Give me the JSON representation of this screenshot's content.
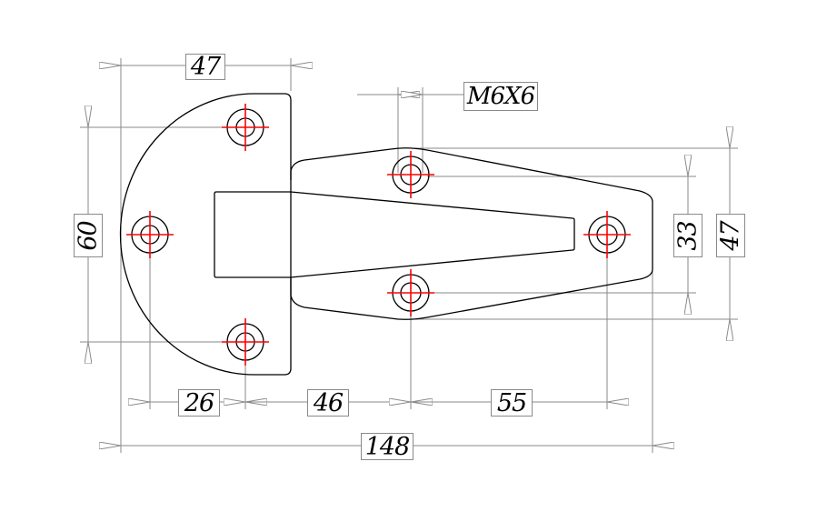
{
  "dimensions": {
    "top_width": "47",
    "thread": "M6X6",
    "left_height": "60",
    "hole_spacing_right": "33",
    "right_height": "47",
    "bottom_a": "26",
    "bottom_b": "46",
    "bottom_c": "55",
    "overall_width": "148"
  },
  "colors": {
    "part": "#000000",
    "dimension": "#8a8a8a",
    "centerline": "#ff0000"
  }
}
